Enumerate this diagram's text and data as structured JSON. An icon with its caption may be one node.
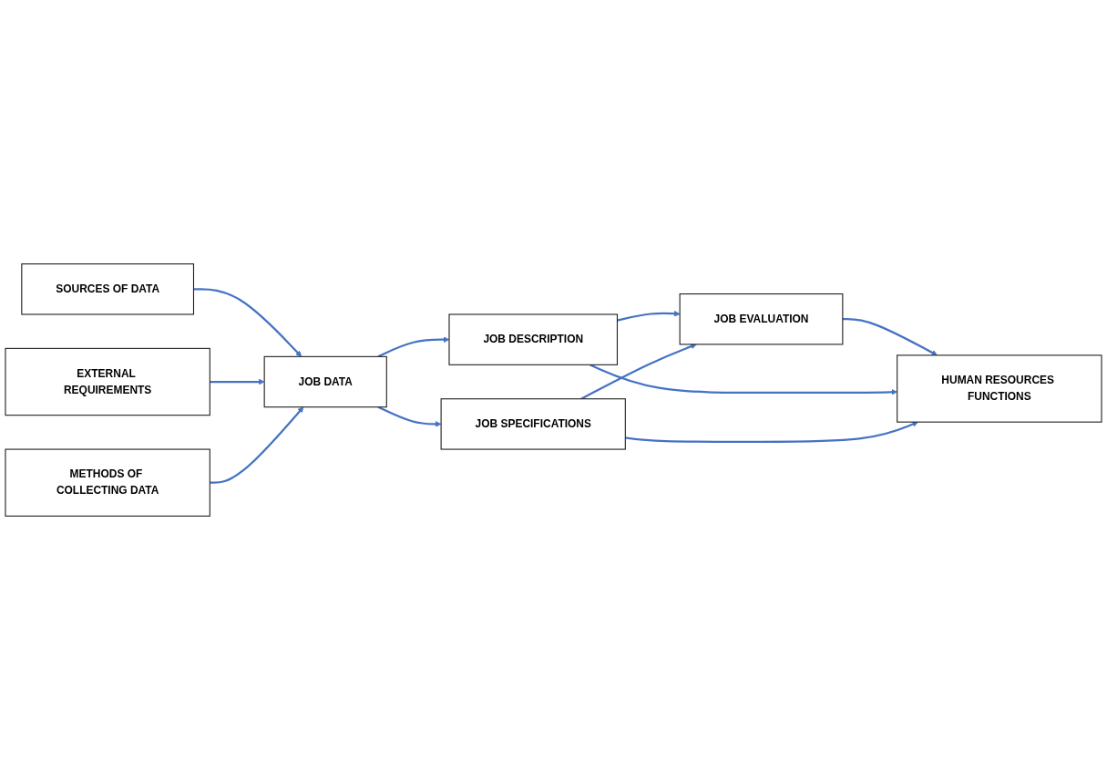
{
  "diagram": {
    "nodes": [
      {
        "text": [
          "SOURCES OF DATA"
        ]
      },
      {
        "text": [
          "EXTERNAL REQUIREMENTS"
        ]
      },
      {
        "text": [
          "METHODS OF COLLECTING DATA"
        ]
      },
      {
        "text": [
          "JOB DATA"
        ]
      },
      {
        "text": [
          "JOB DESCRIPTION"
        ]
      },
      {
        "text": [
          "JOB EVALUATION"
        ]
      },
      {
        "text": [
          "JOB SPECIFICATIONS"
        ]
      },
      {
        "text": [
          "HUMAN RESOURCES FUNCTIONS"
        ]
      }
    ],
    "edges": [
      {
        "from": 0,
        "to": 3,
        "arrow": "to"
      },
      {
        "from": 1,
        "to": 3,
        "arrow": "to"
      },
      {
        "from": 2,
        "to": 3,
        "arrow": "to"
      },
      {
        "from": 3,
        "to": 4,
        "arrow": "to"
      },
      {
        "from": 3,
        "to": 6,
        "arrow": "to"
      },
      {
        "from": 4,
        "to": 5,
        "arrow": "to"
      },
      {
        "from": 6,
        "to": 5,
        "arrow": "to"
      },
      {
        "from": 5,
        "to": 7,
        "arrow": "to"
      },
      {
        "from": 4,
        "to": 7,
        "arrow": "to"
      },
      {
        "from": 6,
        "to": 7,
        "arrow": "to"
      }
    ]
  }
}
